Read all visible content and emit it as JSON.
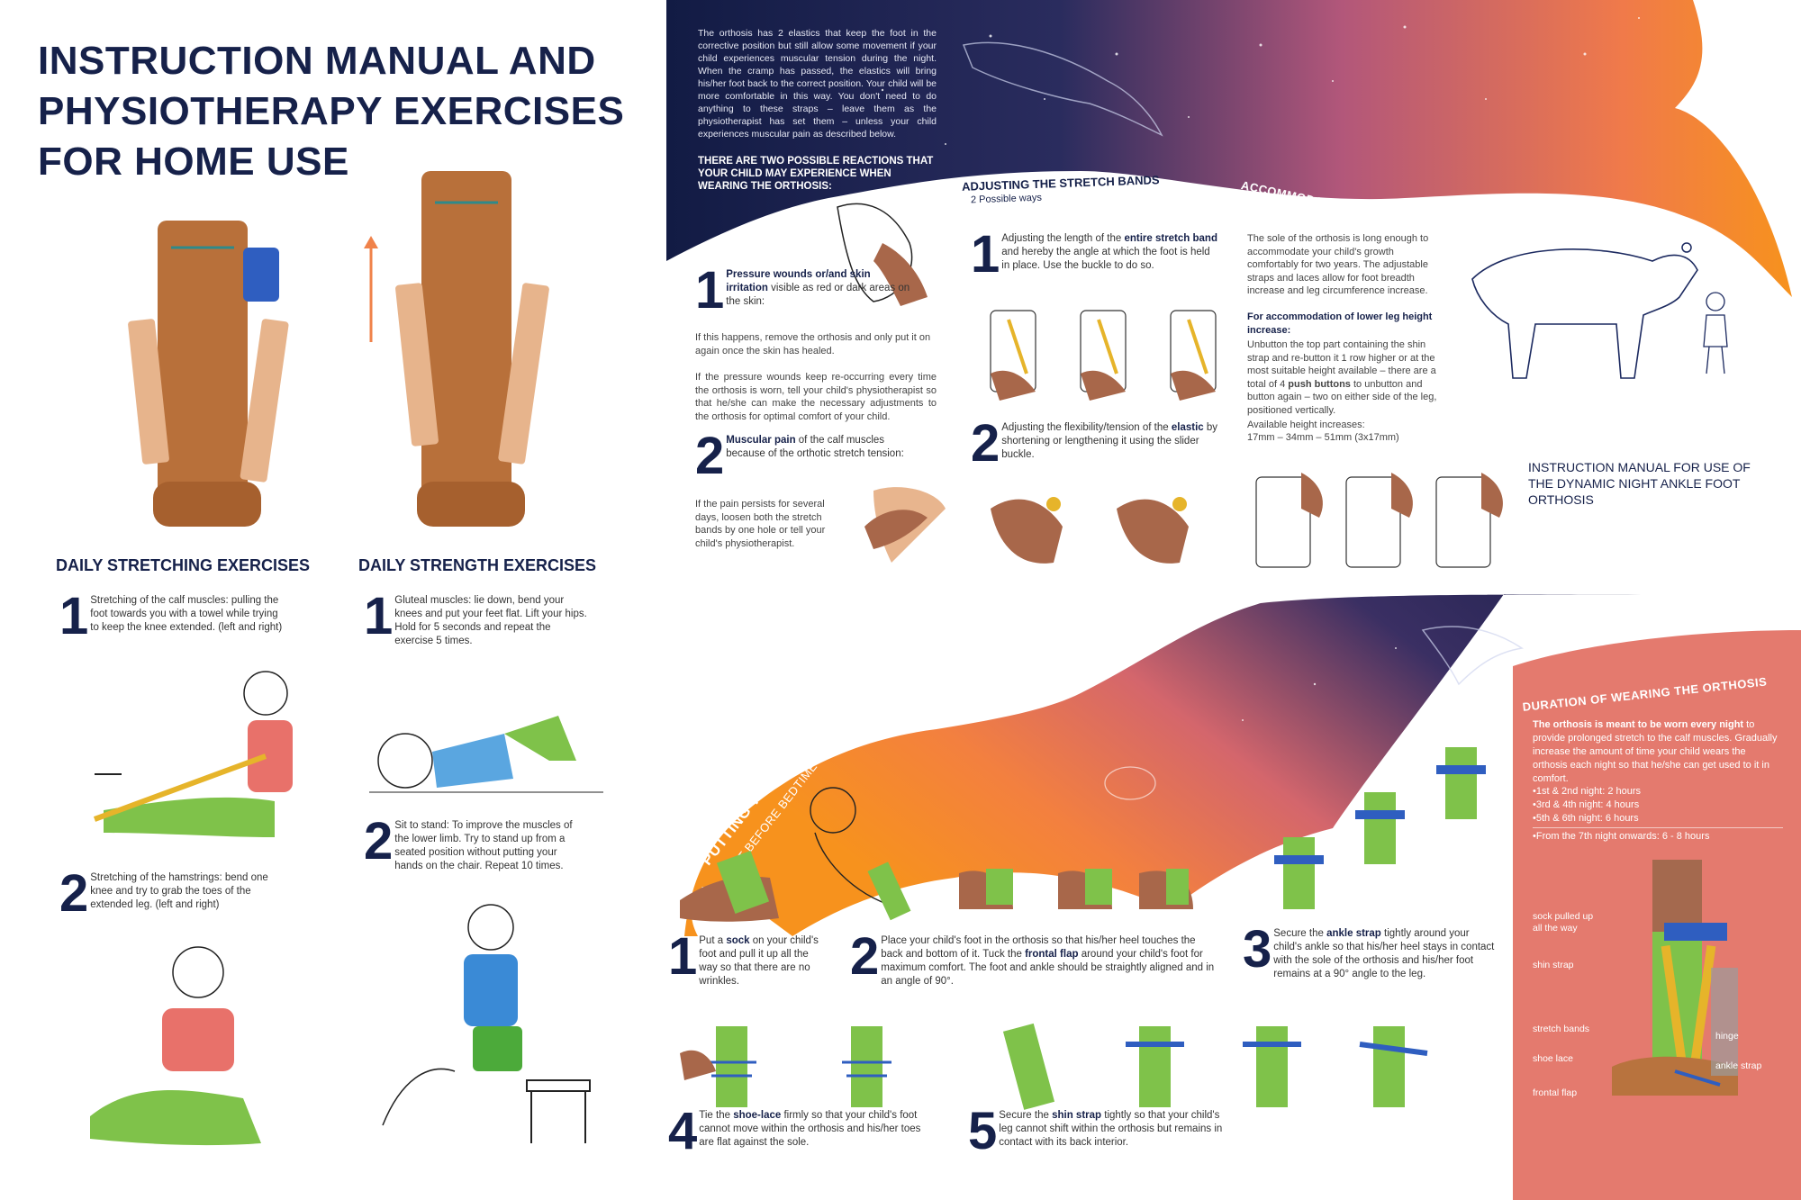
{
  "left": {
    "title_lines": [
      "INSTRUCTION MANUAL AND",
      "PHYSIOTHERAPY EXERCISES",
      "FOR HOME USE"
    ],
    "stretching": {
      "heading": "DAILY STRETCHING EXERCISES",
      "items": [
        {
          "num": "1",
          "text": "Stretching of the calf muscles: pulling the foot towards you with a towel while trying to keep the knee extended. (left and right)"
        },
        {
          "num": "2",
          "text": "Stretching of the hamstrings: bend one knee and try to grab the toes of the extended leg. (left and right)"
        }
      ]
    },
    "strength": {
      "heading": "DAILY STRENGTH EXERCISES",
      "items": [
        {
          "num": "1",
          "text": "Gluteal muscles: lie down, bend your knees and put your feet flat. Lift your hips. Hold for 5 seconds and repeat the exercise 5 times."
        },
        {
          "num": "2",
          "text": "Sit to stand: To improve the muscles of the lower limb. Try to stand up from a seated position without putting your hands on the chair. Repeat 10 times."
        }
      ]
    }
  },
  "top": {
    "intro": "The orthosis has 2 elastics that keep the foot in the corrective position but still allow some movement if your child experiences muscular tension during the night. When the cramp has passed, the elastics will bring his/her foot back to the correct position. Your child will be more comfortable in this way. You don't need to do anything to these straps – leave them as the physiotherapist has set them – unless your child experiences muscular pain as described below.",
    "reactions_heading": "THERE ARE TWO POSSIBLE REACTIONS THAT YOUR CHILD MAY EXPERIENCE WHEN WEARING THE ORTHOSIS:",
    "reaction1": {
      "num": "1",
      "bold": "Pressure wounds or/and skin irritation",
      "text": " visible as red or dark areas on the skin:",
      "p1": "If this happens, remove the orthosis and only put it on again once the skin has healed.",
      "p2": "If the pressure wounds keep re-occurring every time the orthosis is worn, tell your child's physiotherapist so that he/she can make the necessary adjustments to the orthosis for optimal comfort of your child."
    },
    "reaction2": {
      "num": "2",
      "bold": "Muscular pain",
      "text": " of the calf muscles because of the orthotic stretch tension:",
      "p1": "If the pain persists for several days, loosen both the stretch bands by one hole or tell your child's physiotherapist."
    },
    "adjusting_heading": "ADJUSTING THE STRETCH BANDS",
    "adjusting_sub": "2 Possible ways",
    "adjust1": {
      "num": "1",
      "pre": "Adjusting the length of the ",
      "bold": "entire stretch band",
      "post": " and hereby the angle at which the foot is held in place. Use the buckle to do so."
    },
    "adjust2": {
      "num": "2",
      "pre": "Adjusting the flexibility/tension of the ",
      "bold": "elastic",
      "post": " by shortening or lengthening it using the slider buckle."
    },
    "growth_heading": "ACCOMMODATING YOUR CHILD'S GROWTH",
    "growth_p1": "The sole of the orthosis is long enough to accommodate your child's growth comfortably for two years. The adjustable straps and laces allow for foot breadth increase and leg circumference increase.",
    "growth_h2": "For accommodation of lower leg height increase:",
    "growth_p2_pre": "Unbutton the top part containing the shin strap and re-button it 1 row higher or at the most suitable height available – there are a total of 4 ",
    "growth_p2_bold": "push buttons",
    "growth_p2_post": " to unbutton and button again – two on either side of the leg, positioned vertically.",
    "growth_p3": "Available height increases:",
    "growth_p4": "17mm – 34mm – 51mm (3x17mm)",
    "manual_title": "INSTRUCTION MANUAL FOR USE OF THE DYNAMIC NIGHT ANKLE FOOT ORTHOSIS"
  },
  "bottom": {
    "putting_heading": "PUTTING THE ORTHOSIS ON:",
    "putting_sub": "JUST BEFORE BEDTIME",
    "step1": {
      "num": "1",
      "pre": "Put a ",
      "bold": "sock",
      "post": " on your child's foot and pull it up all the way so that there are no wrinkles."
    },
    "step2": {
      "num": "2",
      "pre": "Place your child's foot in the orthosis so that his/her heel touches the back and bottom of it. Tuck the ",
      "bold": "frontal flap",
      "post": " around your child's foot for maximum comfort. The foot and ankle should be straightly aligned and in an angle of 90°."
    },
    "step3": {
      "num": "3",
      "pre": "Secure the ",
      "bold": "ankle strap",
      "post": " tightly around your child's ankle so that his/her heel stays in contact with the sole of the orthosis and his/her foot remains at a 90° angle to the leg."
    },
    "step4": {
      "num": "4",
      "pre": "Tie the ",
      "bold": "shoe-lace",
      "post": " firmly so that your child's foot cannot move within the orthosis and his/her toes are flat against the sole."
    },
    "step5": {
      "num": "5",
      "pre": "Secure the ",
      "bold": "shin strap",
      "post": " tightly so that your child's leg cannot shift within the orthosis but remains in contact with its back interior."
    },
    "duration_heading": "DURATION OF WEARING THE ORTHOSIS",
    "duration_bold": "The orthosis is meant to be worn every night",
    "duration_text": " to provide prolonged stretch to the calf muscles. Gradually increase the amount of time your child wears the orthosis each night so that he/she can get used to it in comfort.",
    "schedule": [
      "•1st & 2nd night: 2 hours",
      "•3rd & 4th night: 4 hours",
      "•5th & 6th night: 6 hours",
      "•From the 7th night onwards: 6 - 8 hours"
    ],
    "labels": {
      "sock": "sock pulled up all the way",
      "shin": "shin strap",
      "stretch": "stretch bands",
      "lace": "shoe lace",
      "flap": "frontal flap",
      "hinge": "hinge",
      "ankle": "ankle strap"
    }
  },
  "colors": {
    "navy": "#16214a",
    "orange": "#f28c1e",
    "coral": "#e8776a",
    "salmon": "#e07a6f"
  }
}
